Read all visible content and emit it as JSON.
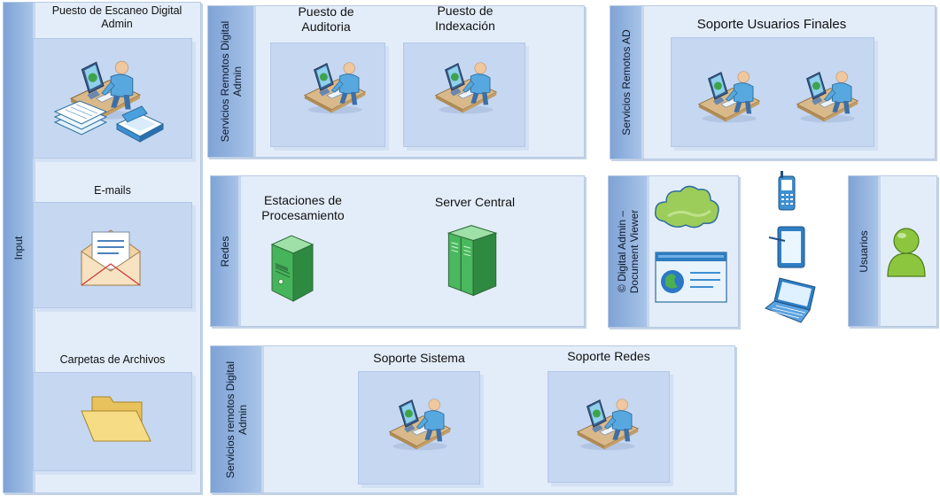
{
  "input": {
    "band_label": "Input",
    "scan_title": "Puesto de Escaneo Digital Admin",
    "emails_title": "E-mails",
    "folders_title": "Carpetas de Archivos"
  },
  "remote_digital_admin": {
    "band_label": "Servicios Remotos Digital Admin",
    "audit_title": "Puesto de Auditoria",
    "index_title": "Puesto de Indexación"
  },
  "remote_ad": {
    "band_label": "Servicios Remotos AD",
    "support_title": "Soporte Usuarios Finales"
  },
  "networks": {
    "band_label": "Redes",
    "processing_title": "Estaciones de Procesamiento",
    "server_title": "Server Central"
  },
  "viewer": {
    "band_label": "© Digital Admin – Document Viewer"
  },
  "users": {
    "band_label": "Usuarios"
  },
  "remote_support": {
    "band_label": "Servicios remotos Digital Admin",
    "system_title": "Soporte Sistema",
    "network_title": "Soporte Redes"
  }
}
